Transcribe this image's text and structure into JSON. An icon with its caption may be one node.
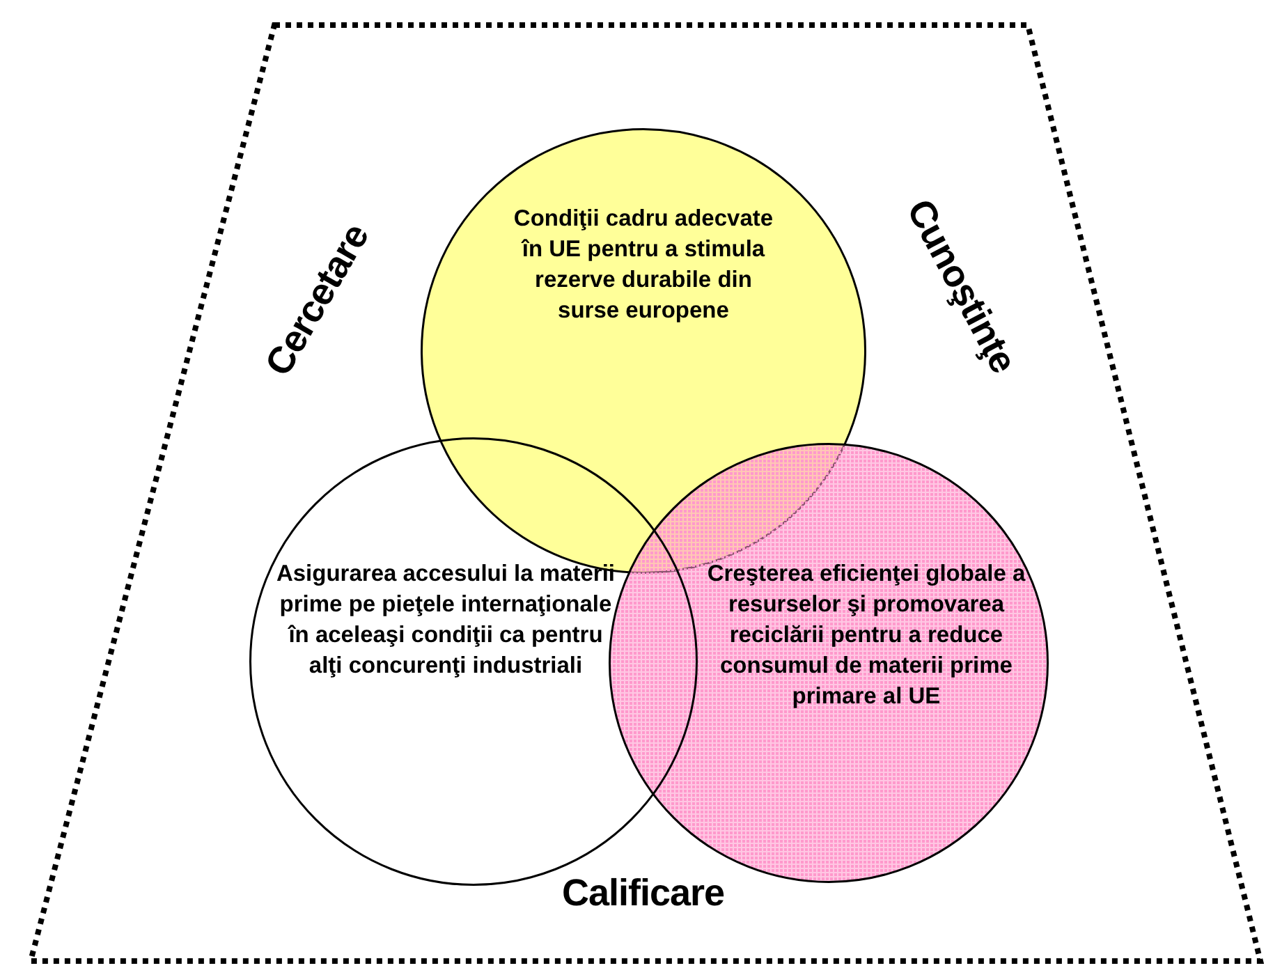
{
  "diagram": {
    "nodes": [
      {
        "text": [
          "Asigurarea accesului la materii prime pe pieţele internaţionale în aceleaşi condiţii ca pentru alţi concurenţi industriali"
        ]
      },
      {
        "text": [
          "Creşterea eficienţei globale a resurselor şi promovarea reciclării pentru a reduce consumul de materii prime primare al UE"
        ]
      },
      {
        "text": [
          "Condiţii cadru adecvate în UE pentru a stimula rezerve durabile din surse europene"
        ]
      }
    ],
    "labels": [
      "Cercetare",
      "Cunoştinţe",
      "Calificare"
    ]
  }
}
